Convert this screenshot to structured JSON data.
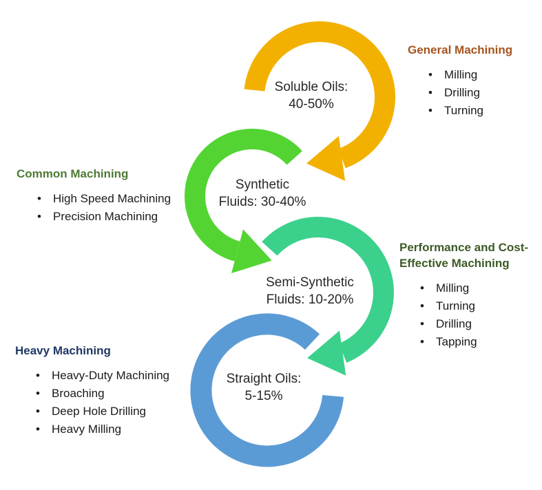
{
  "stages": [
    {
      "name": "Soluble Oils",
      "label_line1": "Soluble Oils:",
      "label_line2": "40-50%",
      "ring_color": "#F2B100"
    },
    {
      "name": "Synthetic Fluids",
      "label_line1": "Synthetic",
      "label_line2": "Fluids: 30-40%",
      "ring_color": "#53D433"
    },
    {
      "name": "Semi-Synthetic Fluids",
      "label_line1": "Semi-Synthetic",
      "label_line2": "Fluids: 10-20%",
      "ring_color": "#3BD18C"
    },
    {
      "name": "Straight Oils",
      "label_line1": "Straight Oils:",
      "label_line2": "5-15%",
      "ring_color": "#5B9BD5"
    }
  ],
  "callouts": [
    {
      "title_line1": "General Machining",
      "title_color": "#A5531E",
      "items": [
        "Milling",
        "Drilling",
        "Turning"
      ]
    },
    {
      "title_line1": "Common Machining",
      "title_color": "#4E7B35",
      "items": [
        "High Speed Machining",
        "Precision Machining"
      ]
    },
    {
      "title_line1": "Performance and Cost-",
      "title_line2": "Effective Machining",
      "title_color": "#3C5A26",
      "items": [
        "Milling",
        "Turning",
        "Drilling",
        "Tapping"
      ]
    },
    {
      "title_line1": "Heavy Machining",
      "title_color": "#1F3864",
      "items": [
        "Heavy-Duty Machining",
        "Broaching",
        "Deep Hole Drilling",
        "Heavy Milling"
      ]
    }
  ],
  "text_color": "#262626"
}
